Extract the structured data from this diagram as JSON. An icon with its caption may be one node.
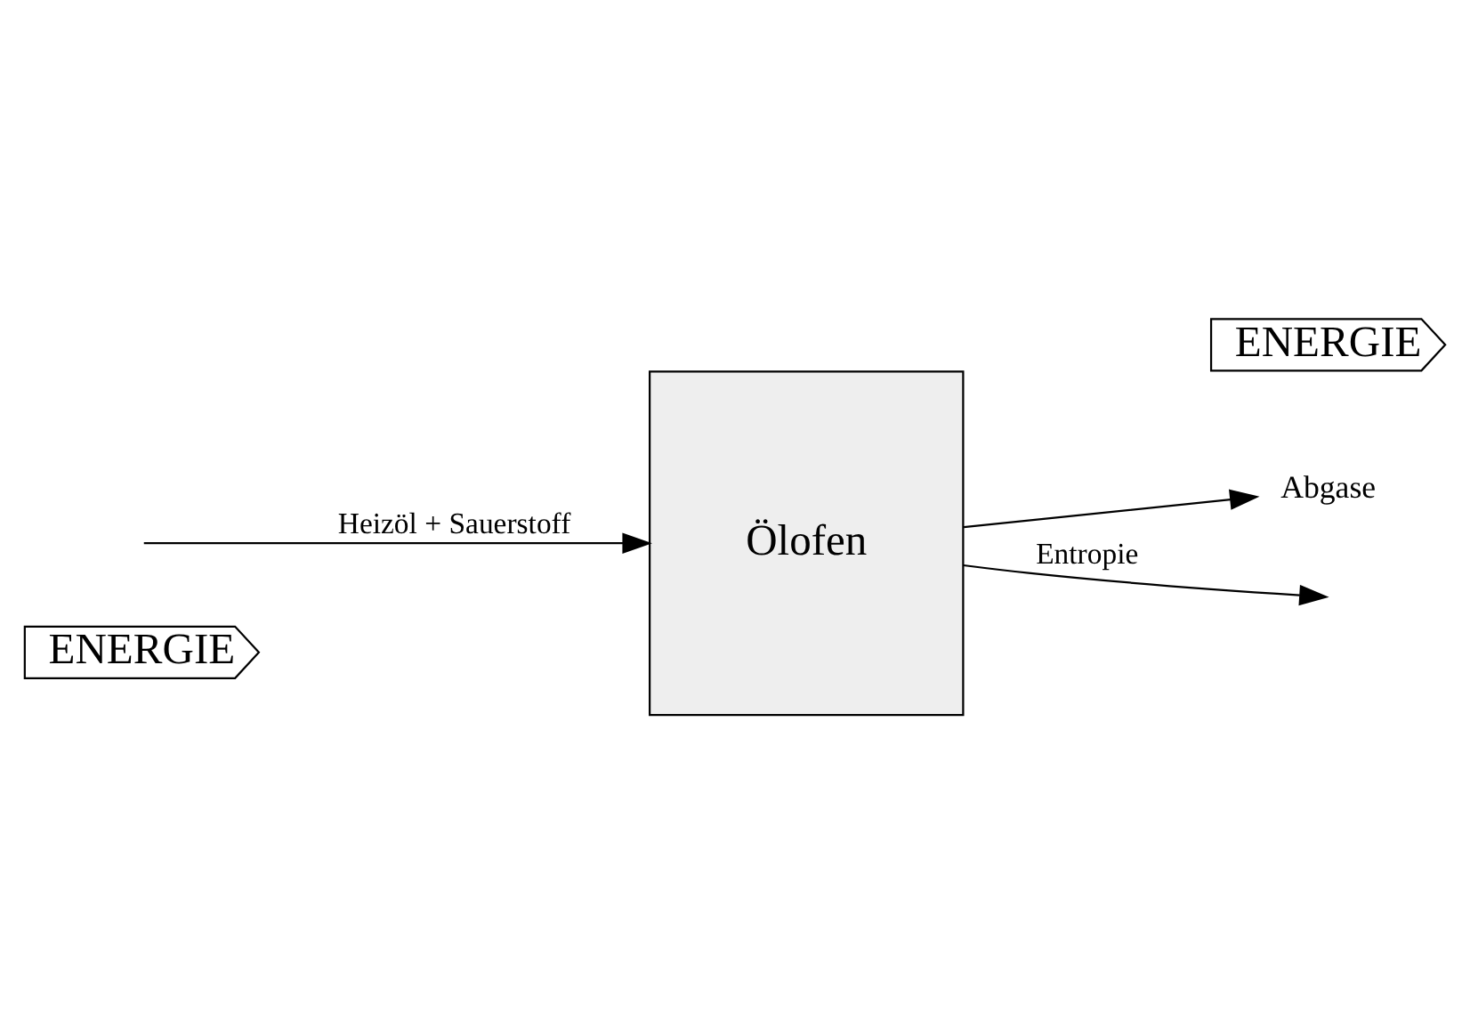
{
  "diagram": {
    "nodes": [
      {
        "text": [
          "ENERGIE"
        ]
      },
      {
        "text": [
          "Ölofen"
        ]
      },
      {
        "text": [
          "ENERGIE"
        ]
      },
      {
        "text": [
          "Abgase"
        ]
      }
    ],
    "edges": [
      {
        "from": null,
        "to": 1,
        "arrow": "to",
        "label": "Heizöl + Sauerstoff"
      },
      {
        "from": 1,
        "to": 3,
        "arrow": "to"
      },
      {
        "from": 1,
        "to": null,
        "arrow": "to",
        "label": "Entropie"
      }
    ]
  }
}
